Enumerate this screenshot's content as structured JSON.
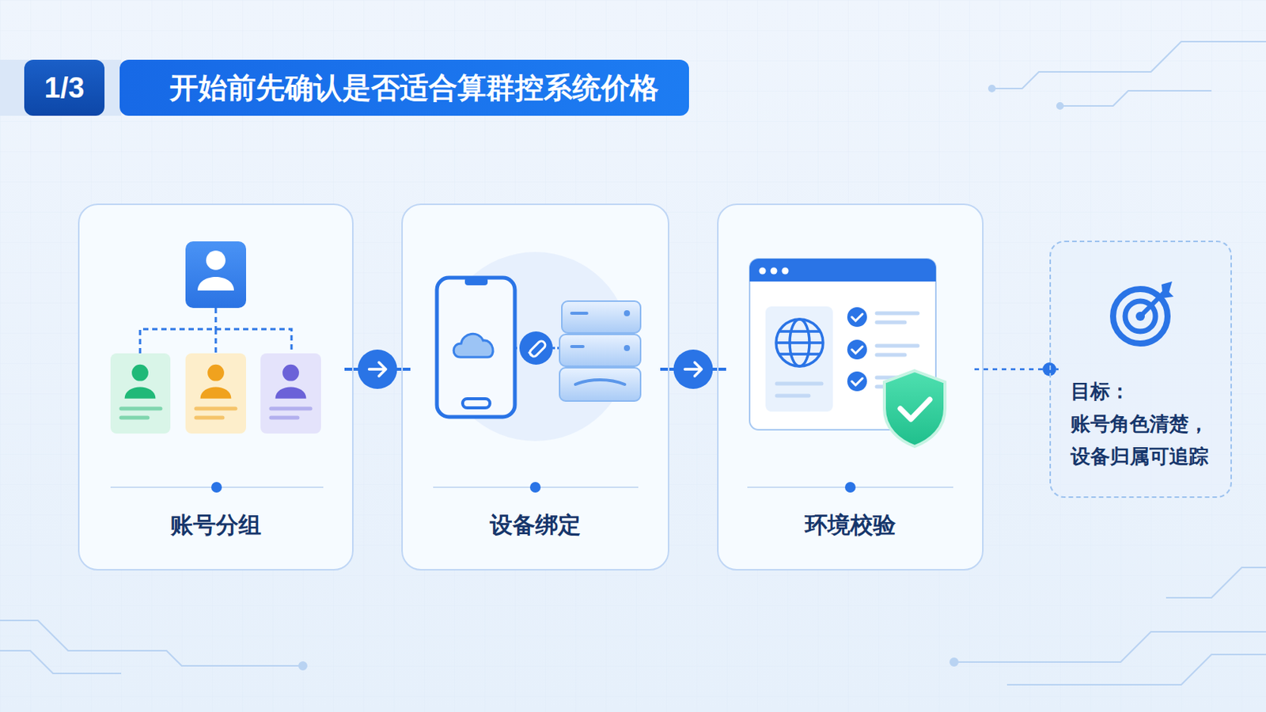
{
  "diagram": {
    "title": "开始前先确认是否适合算群控系统价格",
    "nodes": [
      {
        "text": [
          "1/3"
        ]
      },
      {
        "text": [
          "账号分组"
        ]
      },
      {
        "text": [
          "设备绑定"
        ]
      },
      {
        "text": [
          "环境校验"
        ]
      },
      {
        "text": [
          "目标：",
          "账号角色清楚， 设备归属可追踪"
        ]
      }
    ],
    "edges": [
      {
        "from": 1,
        "to": 2,
        "arrow": "to"
      },
      {
        "from": 2,
        "to": 3,
        "arrow": "to"
      },
      {
        "from": 3,
        "to": 4,
        "arrow": "none"
      }
    ]
  }
}
